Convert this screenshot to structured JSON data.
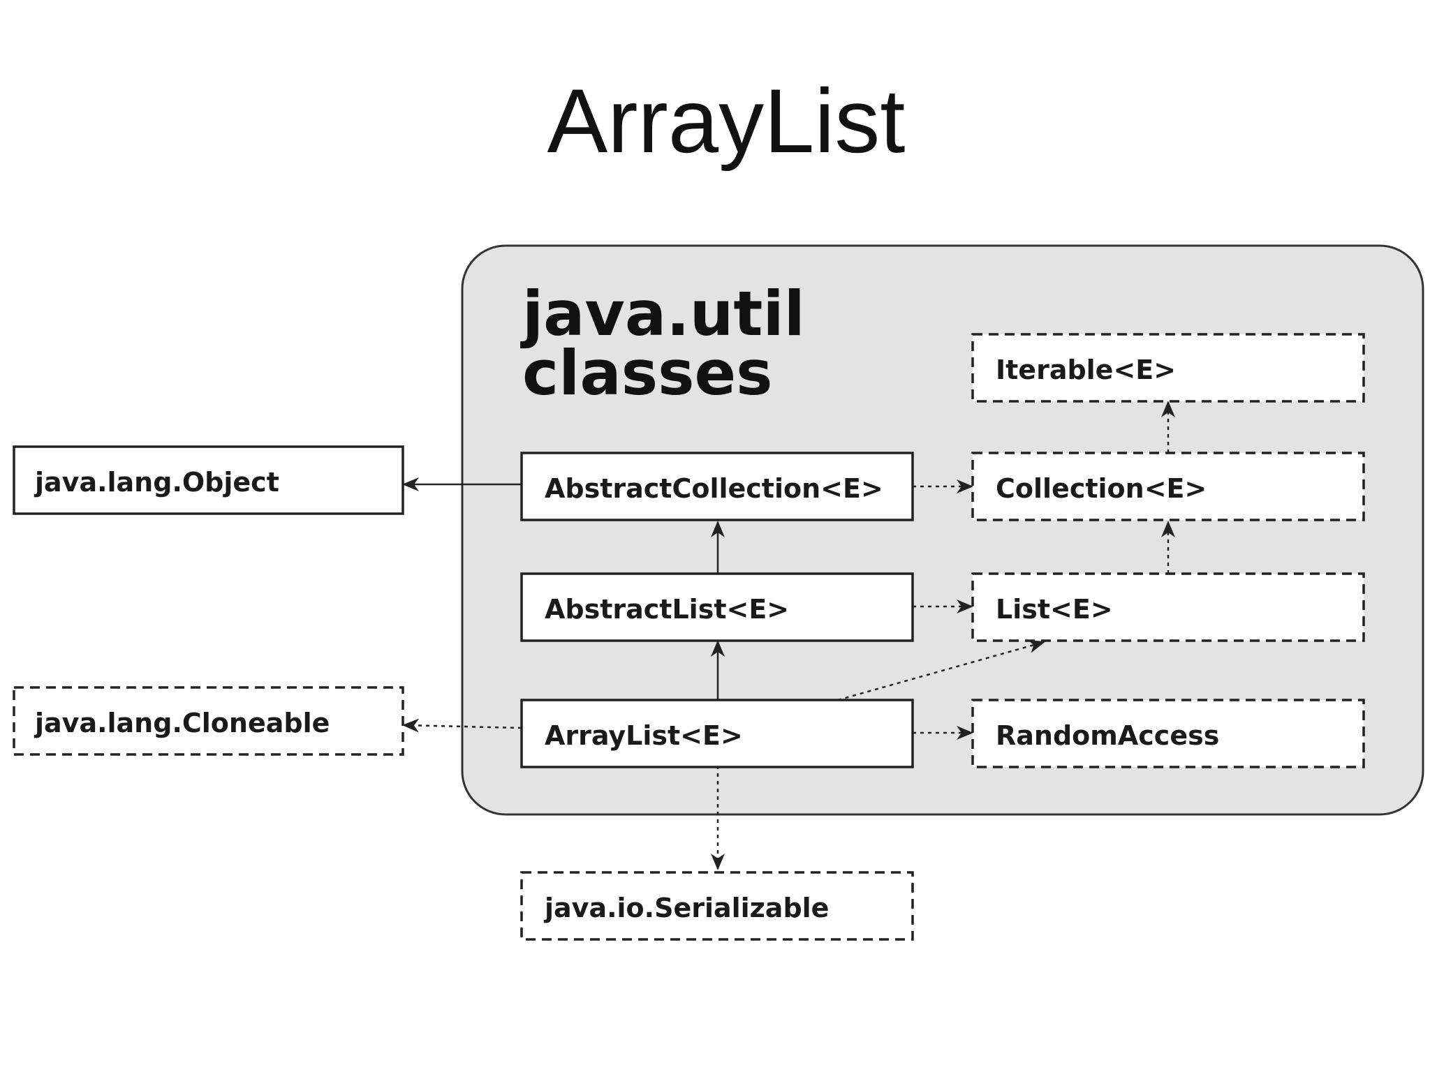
{
  "title": "ArrayList",
  "package": {
    "line1": "java.util",
    "line2": "classes"
  },
  "classes": {
    "object": "java.lang.Object",
    "cloneable": "java.lang.Cloneable",
    "serializable": "java.io.Serializable",
    "abstract_collection": "AbstractCollection<E>",
    "abstract_list": "AbstractList<E>",
    "array_list": "ArrayList<E>",
    "iterable": "Iterable<E>",
    "collection": "Collection<E>",
    "list": "List<E>",
    "random_access": "RandomAccess"
  },
  "colors": {
    "package_fill": "#e3e3e3",
    "stroke": "#222222",
    "box_fill": "#ffffff"
  }
}
